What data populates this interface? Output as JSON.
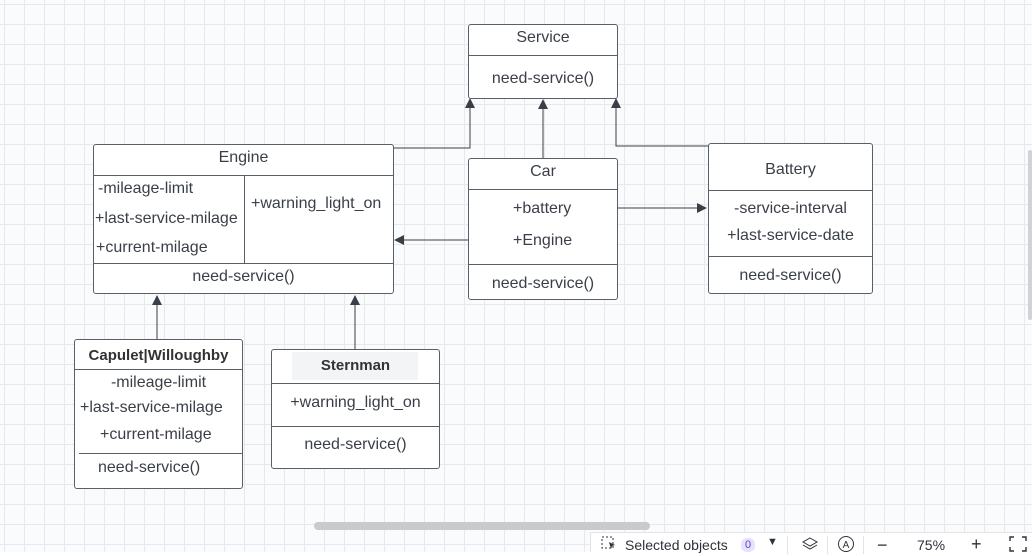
{
  "diagram": {
    "classes": {
      "service": {
        "name": "Service",
        "method": "need-service()"
      },
      "engine": {
        "name": "Engine",
        "attributes": [
          "-mileage-limit",
          "+last-service-milage",
          "+current-milage"
        ],
        "side_attribute": "+warning_light_on",
        "method": "need-service()"
      },
      "car": {
        "name": "Car",
        "attributes": [
          "+battery",
          "+Engine"
        ],
        "method": "need-service()"
      },
      "battery": {
        "name": "Battery",
        "attributes": [
          "-service-interval",
          "+last-service-date"
        ],
        "method": "need-service()"
      },
      "capulet": {
        "name": "Capulet|Willoughby",
        "attributes": [
          "-mileage-limit",
          "+last-service-milage",
          "+current-milage"
        ],
        "method": "need-service()"
      },
      "sternman": {
        "name": "Sternman",
        "attributes": [
          "+warning_light_on"
        ],
        "method": "need-service()"
      }
    }
  },
  "toolbar": {
    "selected_label": "Selected objects",
    "selected_count": "0",
    "dropdown_icon": "caret-down-icon",
    "layers_icon": "layers-icon",
    "a_icon": "A",
    "zoom_out": "−",
    "zoom_level": "75%",
    "zoom_in": "+",
    "fullscreen_icon": "fullscreen-icon"
  }
}
